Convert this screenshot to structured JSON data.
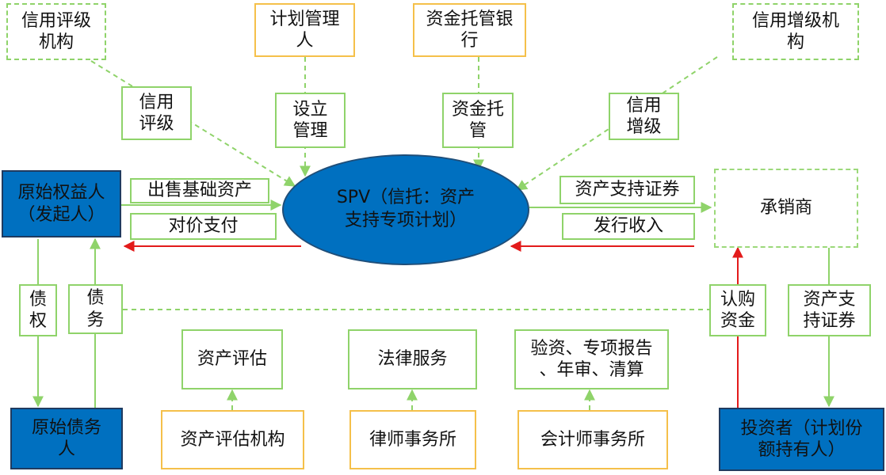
{
  "colors": {
    "blue": "#0070c0",
    "green": "#8fd36a",
    "orange": "#f5c04a",
    "red": "#e31b1b"
  },
  "nodes": {
    "credit_rating_agency": "信用评级\n机构",
    "plan_manager": "计划管理\n人",
    "custodian_bank": "资金托管银\n行",
    "credit_enhancer": "信用增级机\n构",
    "rating_label": "信用\n评级",
    "setup_manage_label": "设立\n管理",
    "custody_label": "资金托\n管",
    "enhance_label": "信用\n增级",
    "originator": "原始权益人\n（发起人）",
    "spv": "SPV（信托：资产\n支持专项计划）",
    "underwriter": "承销商",
    "sell_assets_label": "出售基础资产",
    "pay_consideration_label": "对价支付",
    "abs_label_top": "资产支持证券",
    "issue_income_label": "发行收入",
    "claim_label": "债\n权",
    "debt_label": "债\n务",
    "subscribe_funds_label": "认购\n资金",
    "abs_label_right": "资产支\n持证券",
    "asset_valuation": "资产评估",
    "legal_services": "法律服务",
    "audit_services": "验资、专项报告\n、年审、清算",
    "original_debtor": "原始债务\n人",
    "valuation_agency": "资产评估机构",
    "law_firm": "律师事务所",
    "accounting_firm": "会计师事务所",
    "investors": "投资者（计划份\n额持有人）"
  }
}
